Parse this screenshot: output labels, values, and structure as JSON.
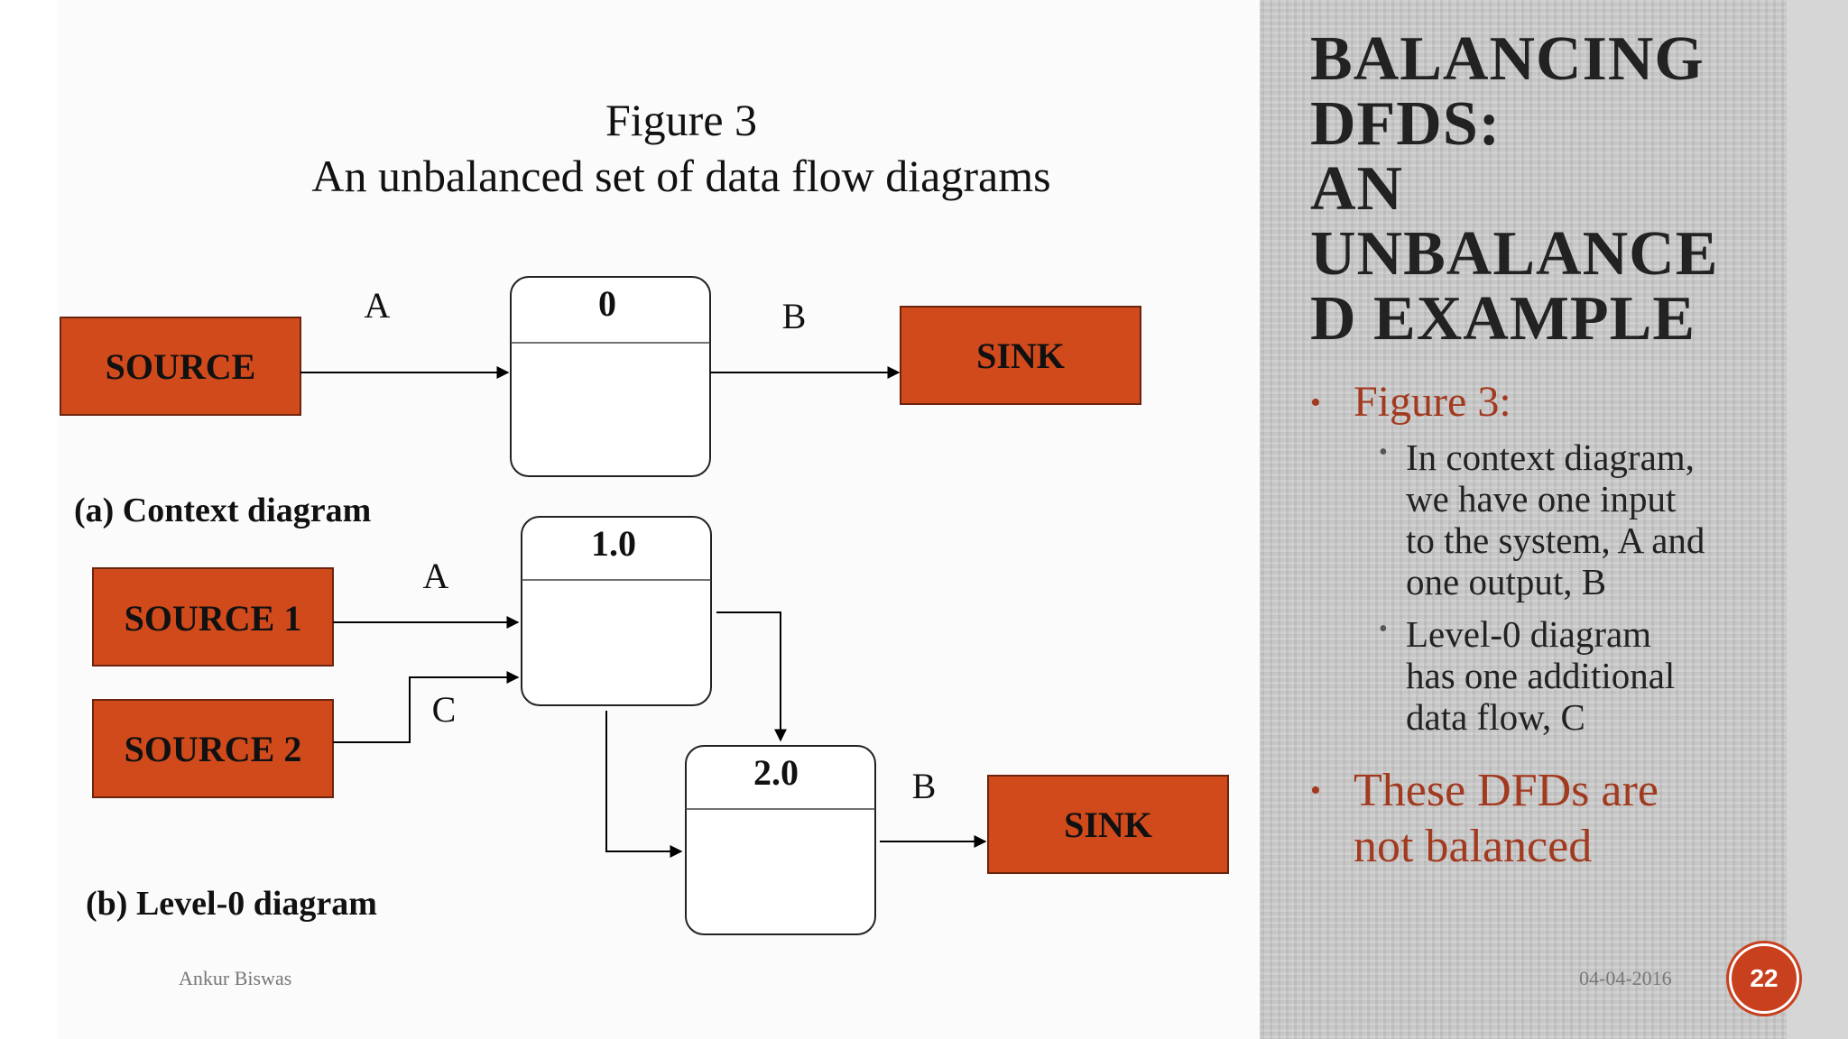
{
  "figure": {
    "title_line1": "Figure 3",
    "title_line2": "An unbalanced set of data flow diagrams"
  },
  "context_diagram": {
    "caption": "(a) Context diagram",
    "source_label": "SOURCE",
    "process_label": "0",
    "sink_label": "SINK",
    "flow_in_label": "A",
    "flow_out_label": "B"
  },
  "level0_diagram": {
    "caption": "(b) Level-0 diagram",
    "source1_label": "SOURCE 1",
    "source2_label": "SOURCE 2",
    "process1_label": "1.0",
    "process2_label": "2.0",
    "sink_label": "SINK",
    "flow_a_label": "A",
    "flow_c_label": "C",
    "flow_b_label": "B"
  },
  "side_panel": {
    "title_lines": [
      "BALANCING",
      "DFDS:",
      "AN",
      "UNBALANCE",
      "D EXAMPLE"
    ],
    "bullet1": "Figure 3:",
    "sub1_lines": [
      "In context diagram,",
      "we have one input",
      "to the system, A and",
      "one output, B"
    ],
    "sub2_lines": [
      "Level-0 diagram",
      "has one additional",
      "data flow, C"
    ],
    "bullet2_lines": [
      "These DFDs are",
      "not balanced"
    ]
  },
  "footer": {
    "author": "Ankur Biswas",
    "date": "04-04-2016",
    "slide_number": "22"
  },
  "colors": {
    "entity_fill": "#d14a1c",
    "accent_text": "#a23a1f",
    "badge": "#c8401e"
  }
}
